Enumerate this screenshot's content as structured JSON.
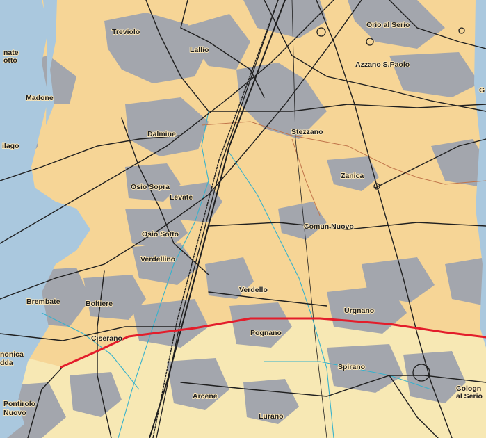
{
  "map": {
    "colors": {
      "land_north": "#f6d596",
      "land_south": "#f7e8b4",
      "urban": "#a3a6ad",
      "water": "#aac8de",
      "road": "#1f1f1f",
      "boundary": "#c0744a",
      "canal": "#36b2cc",
      "highlight_route": "#e31d2b"
    },
    "places": {
      "treviolo": "Treviolo",
      "lallio": "Lallio",
      "orio_al_serio": "Orio al Serio",
      "azzano_s_paolo": "Azzano S.Paolo",
      "ponte_s_pietro_partial": "nate\notto",
      "madone": "Madone",
      "filago_partial": "ilago",
      "dalmine": "Dalmine",
      "stezzano": "Stezzano",
      "zanica": "Zanica",
      "osio_sopra": "Osio Sopra",
      "levate": "Levate",
      "comun_nuovo": "Comun Nuovo",
      "osio_sotto": "Osio Sotto",
      "verdellino": "Verdellino",
      "verdello": "Verdello",
      "brembate": "Brembate",
      "boltiere": "Boltiere",
      "urgnano": "Urgnano",
      "ciserano": "Ciserano",
      "pognano": "Pognano",
      "canonica_partial": "nonica\ndda",
      "spirano": "Spirano",
      "cologno_partial": "Cologn\nal Serio",
      "arcene": "Arcene",
      "pontirolo_nuovo": "Pontirolo\nNuovo",
      "lurano": "Lurano",
      "grassobbio_partial": "G"
    }
  }
}
